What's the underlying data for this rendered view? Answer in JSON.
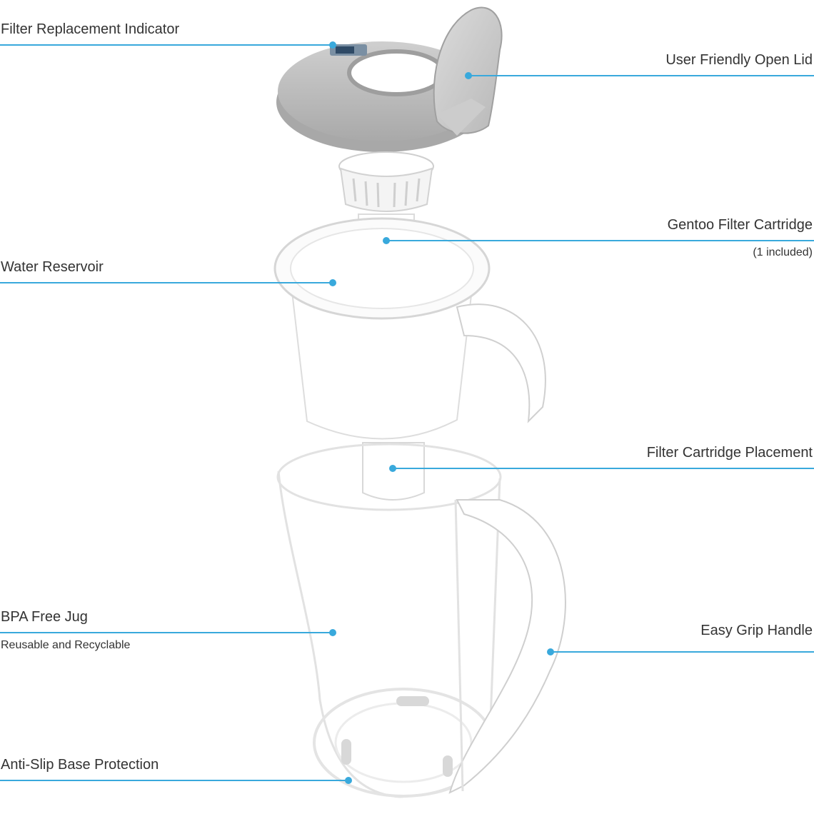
{
  "colors": {
    "accent": "#39a9dc",
    "label_text": "#333333",
    "lid_grey": "#bdbdbd",
    "plastic_white": "#ffffff",
    "outline": "#d9d9d9"
  },
  "callouts": {
    "filter_replacement_indicator": {
      "label": "Filter Replacement Indicator"
    },
    "user_friendly_open_lid": {
      "label": "User Friendly Open Lid"
    },
    "gentoo_filter_cartridge": {
      "label": "Gentoo Filter Cartridge",
      "note": "(1 included)"
    },
    "water_reservoir": {
      "label": "Water Reservoir"
    },
    "filter_cartridge_placement": {
      "label": "Filter Cartridge Placement"
    },
    "bpa_free_jug": {
      "label": "BPA Free Jug",
      "note": "Reusable and Recyclable"
    },
    "easy_grip_handle": {
      "label": "Easy Grip Handle"
    },
    "anti_slip_base_protection": {
      "label": "Anti-Slip Base Protection"
    }
  }
}
